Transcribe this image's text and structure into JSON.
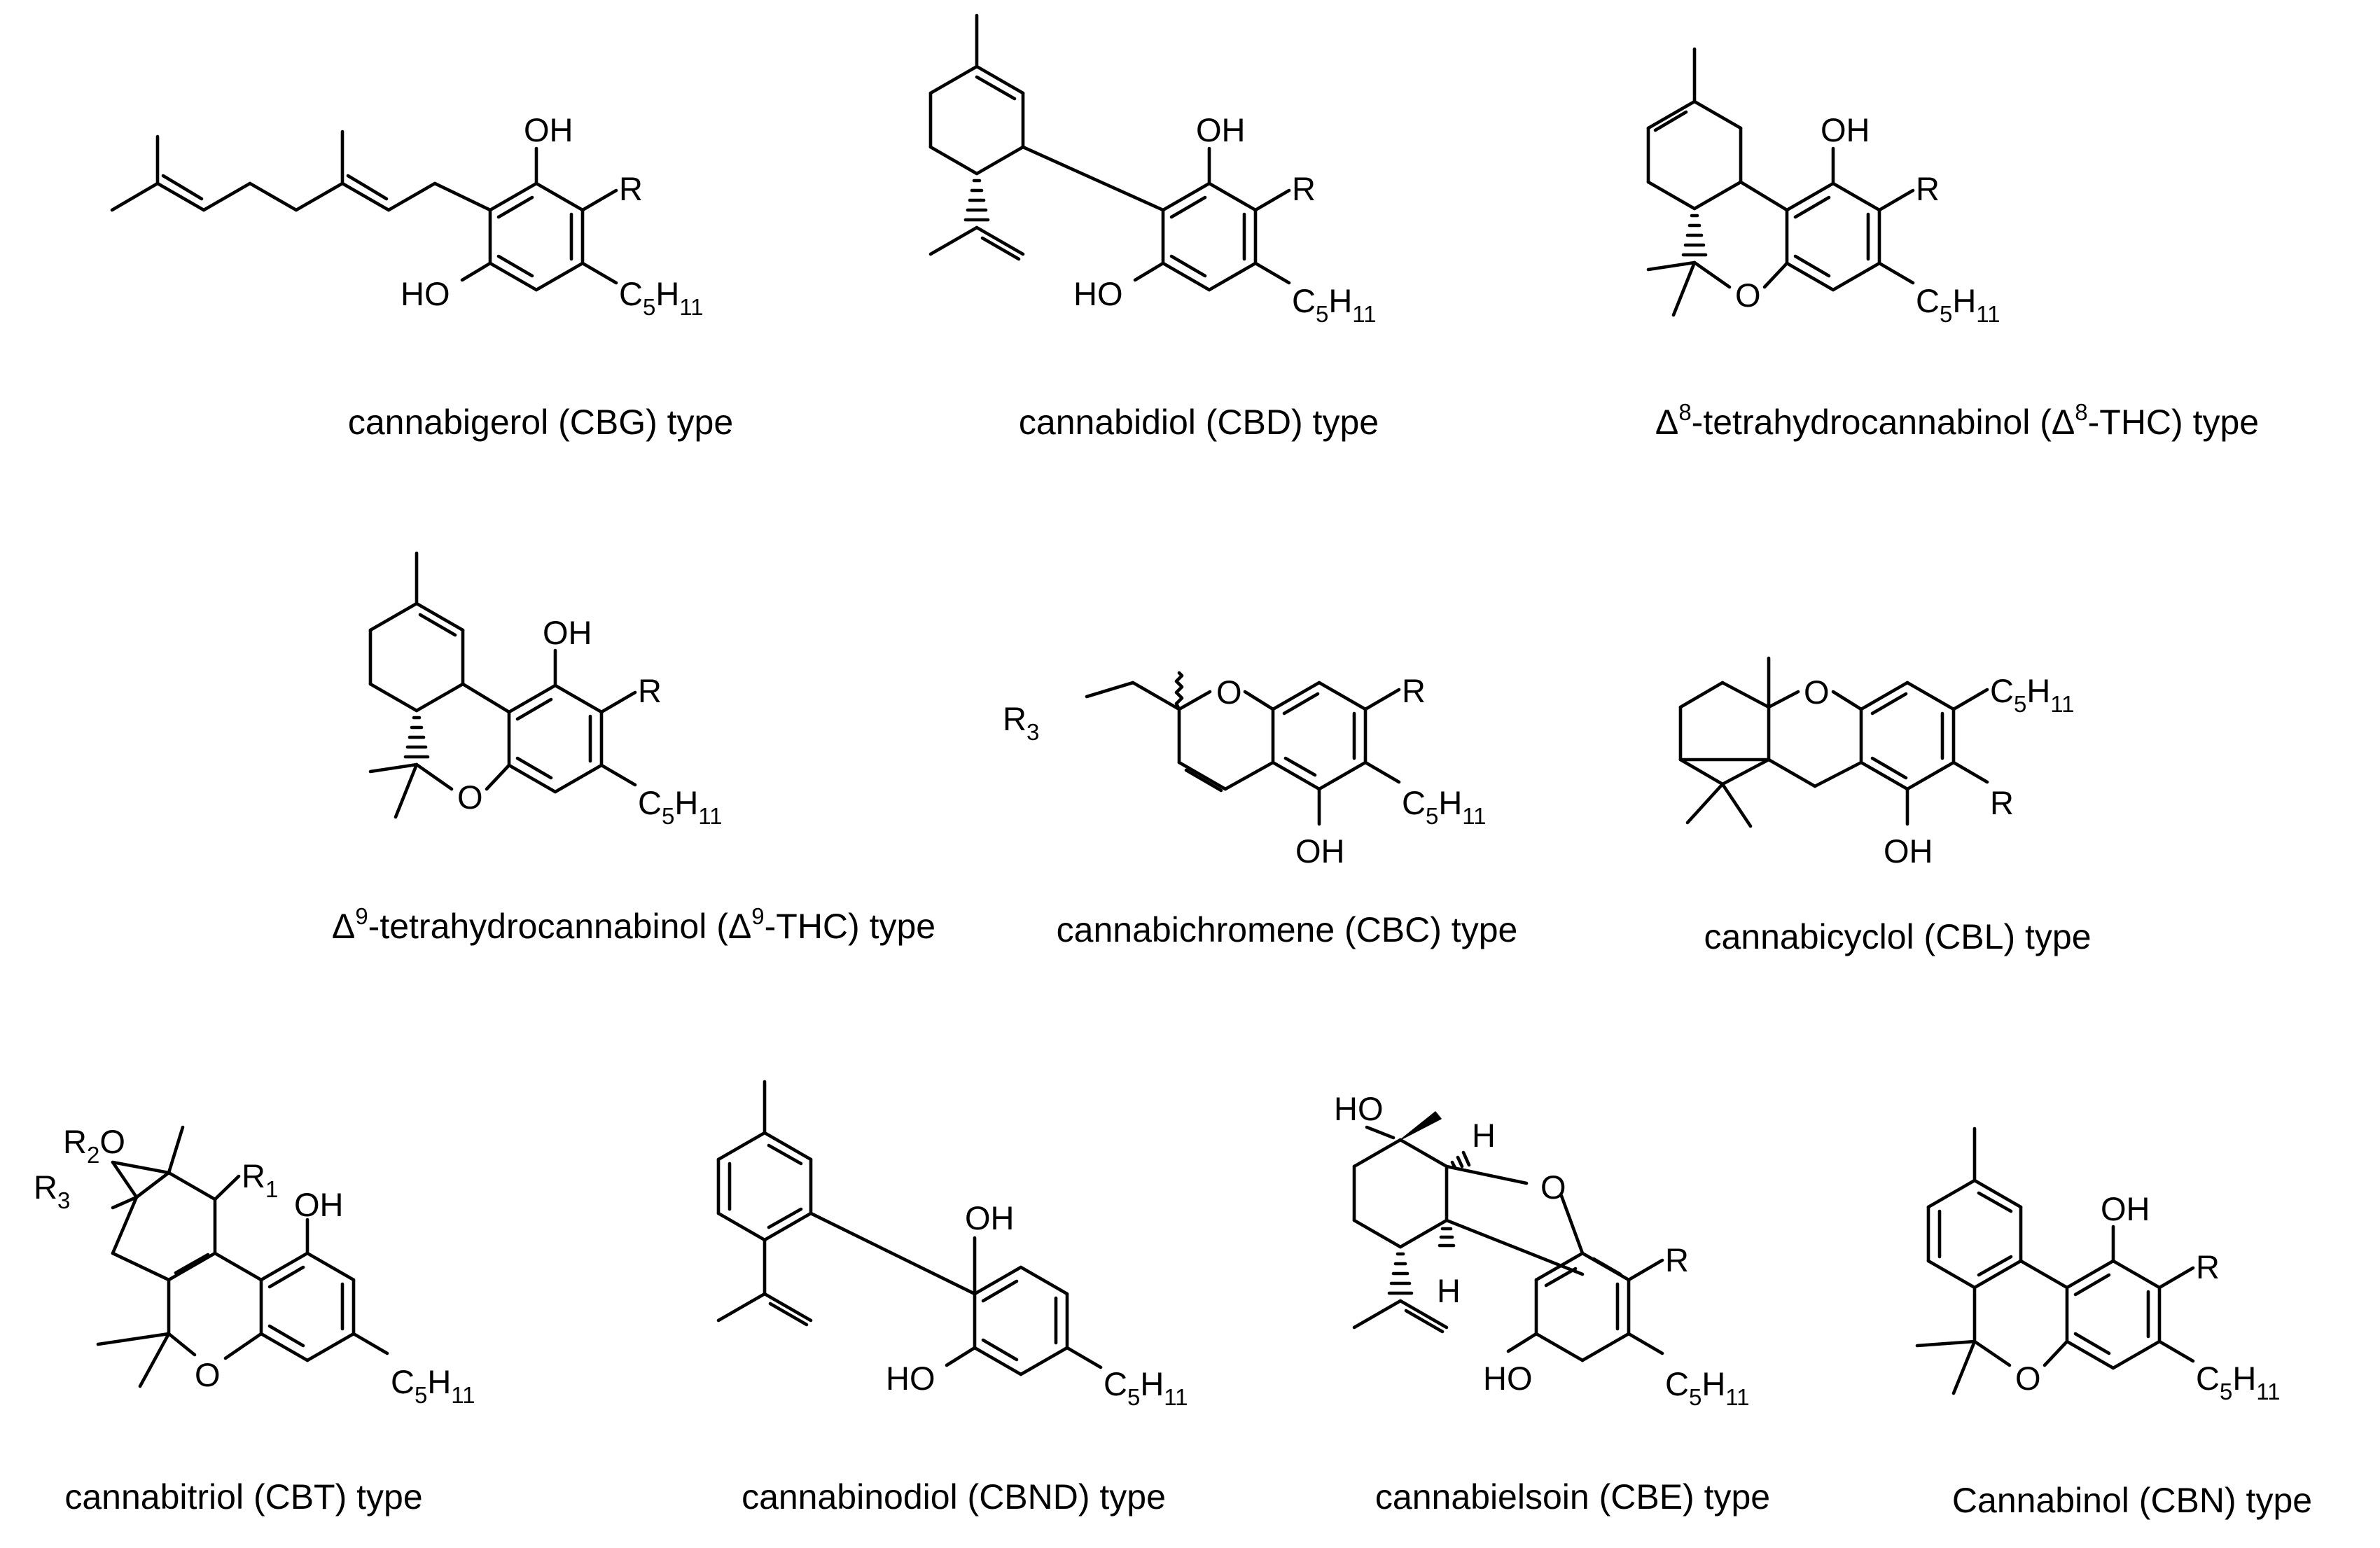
{
  "compounds": [
    {
      "id": "cbg",
      "caption": "cannabigerol (CBG) type",
      "labels": {
        "oh_top": "OH",
        "r": "R",
        "ho": "HO",
        "c5": "C",
        "c5_sub1": "5",
        "c5_h": "H",
        "c5_sub2": "11"
      }
    },
    {
      "id": "cbd",
      "caption": "cannabidiol (CBD) type",
      "labels": {
        "oh_top": "OH",
        "r": "R",
        "ho": "HO",
        "c5": "C",
        "c5_sub1": "5",
        "c5_h": "H",
        "c5_sub2": "11"
      }
    },
    {
      "id": "d8thc",
      "caption_parts": [
        "Δ",
        "8",
        "-tetrahydrocannabinol (Δ",
        "8",
        "-THC) type"
      ],
      "labels": {
        "oh_top": "OH",
        "r": "R",
        "o": "O",
        "c5": "C",
        "c5_sub1": "5",
        "c5_h": "H",
        "c5_sub2": "11"
      }
    },
    {
      "id": "d9thc",
      "caption_parts": [
        "Δ",
        "9",
        "-tetrahydrocannabinol (Δ",
        "9",
        "-THC) type"
      ],
      "labels": {
        "oh_top": "OH",
        "r": "R",
        "o": "O",
        "c5": "C",
        "c5_sub1": "5",
        "c5_h": "H",
        "c5_sub2": "11"
      }
    },
    {
      "id": "cbc",
      "caption": "cannabichromene (CBC) type",
      "labels": {
        "r3": "R",
        "r3_sub": "3",
        "o": "O",
        "r": "R",
        "c5": "C",
        "c5_sub1": "5",
        "c5_h": "H",
        "c5_sub2": "11",
        "oh": "OH"
      }
    },
    {
      "id": "cbl",
      "caption": "cannabicyclol (CBL) type",
      "labels": {
        "o": "O",
        "c5": "C",
        "c5_sub1": "5",
        "c5_h": "H",
        "c5_sub2": "11",
        "r": "R",
        "oh": "OH"
      }
    },
    {
      "id": "cbt",
      "caption": "cannabitriol (CBT) type",
      "labels": {
        "r2o_r": "R",
        "r2o_sub": "2",
        "r2o_o": "O",
        "r3": "R",
        "r3_sub": "3",
        "r1": "R",
        "r1_sub": "1",
        "oh": "OH",
        "o": "O",
        "c5": "C",
        "c5_sub1": "5",
        "c5_h": "H",
        "c5_sub2": "11"
      }
    },
    {
      "id": "cbnd",
      "caption": "cannabinodiol (CBND) type",
      "labels": {
        "oh": "OH",
        "ho": "HO",
        "c5": "C",
        "c5_sub1": "5",
        "c5_h": "H",
        "c5_sub2": "11"
      }
    },
    {
      "id": "cbe",
      "caption": "cannabielsoin (CBE) type",
      "labels": {
        "ho": "HO",
        "h1": "H",
        "o": "O",
        "h2": "H",
        "r": "R",
        "ho2": "HO",
        "c5": "C",
        "c5_sub1": "5",
        "c5_h": "H",
        "c5_sub2": "11"
      }
    },
    {
      "id": "cbn",
      "caption": "Cannabinol (CBN) type",
      "labels": {
        "oh": "OH",
        "r": "R",
        "o": "O",
        "c5": "C",
        "c5_sub1": "5",
        "c5_h": "H",
        "c5_sub2": "11"
      }
    }
  ]
}
